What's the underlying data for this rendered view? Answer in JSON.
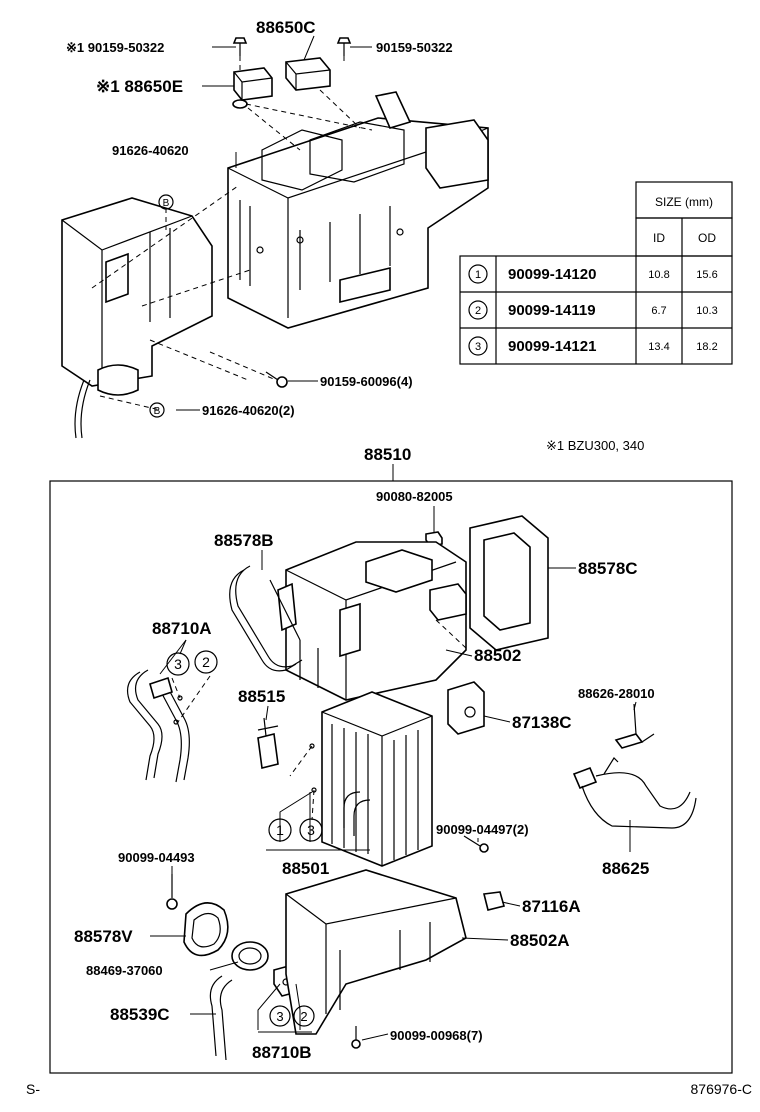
{
  "top_labels": {
    "bolt_left": "※1 90159-50322",
    "sensor_c": "88650C",
    "bolt_right": "90159-50322",
    "sensor_e": "※1 88650E",
    "clip_b_top": "91626-40620",
    "marker_b_top": "B",
    "screw_4": "90159-60096(4)",
    "marker_b_bottom": "B",
    "clip_b_bottom": "91626-40620(2)"
  },
  "size_table": {
    "header": "SIZE (mm)",
    "col_id": "ID",
    "col_od": "OD",
    "rows": [
      {
        "num": "1",
        "part": "90099-14120",
        "id": "10.8",
        "od": "15.6"
      },
      {
        "num": "2",
        "part": "90099-14119",
        "id": "6.7",
        "od": "10.3"
      },
      {
        "num": "3",
        "part": "90099-14121",
        "id": "13.4",
        "od": "18.2"
      }
    ]
  },
  "note": "※1 BZU300, 340",
  "assembly_label": "88510",
  "inner_labels": {
    "l90080": "90080-82005",
    "l88578B": "88578B",
    "l88578C": "88578C",
    "l88710A": "88710A",
    "l88502": "88502",
    "l88515": "88515",
    "l87138C": "87138C",
    "l88626": "88626-28010",
    "l04497": "90099-04497(2)",
    "l88501": "88501",
    "l88625": "88625",
    "l04493": "90099-04493",
    "l87116A": "87116A",
    "l88578V": "88578V",
    "l88502A": "88502A",
    "l88469": "88469-37060",
    "l88539C": "88539C",
    "l00968": "90099-00968(7)",
    "l88710B": "88710B"
  },
  "circle_markers": {
    "a3": "3",
    "a2": "2",
    "e1": "1",
    "e3": "3",
    "b3": "3",
    "b2": "2"
  },
  "footer": {
    "left": "S-",
    "right": "876976-C"
  }
}
